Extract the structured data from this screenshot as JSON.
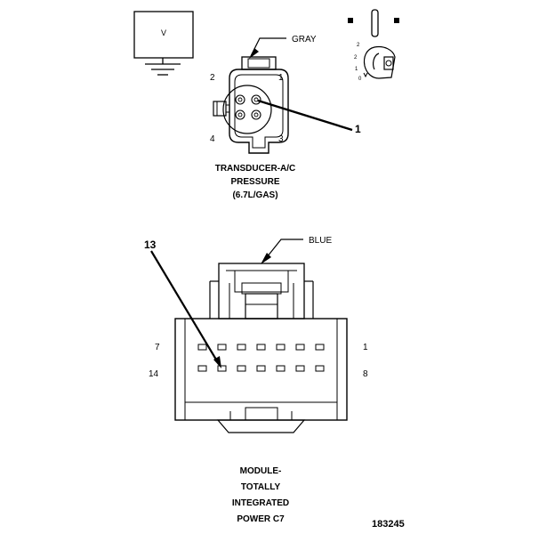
{
  "meter": {
    "label": "V"
  },
  "transducer": {
    "wire_color": "GRAY",
    "pins": [
      "2",
      "1",
      "4",
      "3"
    ],
    "callout": "1",
    "caption": [
      "TRANSDUCER-A/C",
      "PRESSURE",
      "(6.7L/GAS)"
    ]
  },
  "ignition_key": {
    "positions": [
      "2",
      "2",
      "1",
      "0"
    ]
  },
  "module": {
    "wire_color": "BLUE",
    "callout": "13",
    "row_top": {
      "left": "7",
      "right": "1"
    },
    "row_bottom": {
      "left": "14",
      "right": "8"
    },
    "caption": [
      "MODULE-",
      "TOTALLY",
      "INTEGRATED",
      "POWER C7"
    ]
  },
  "figure_id": "183245"
}
